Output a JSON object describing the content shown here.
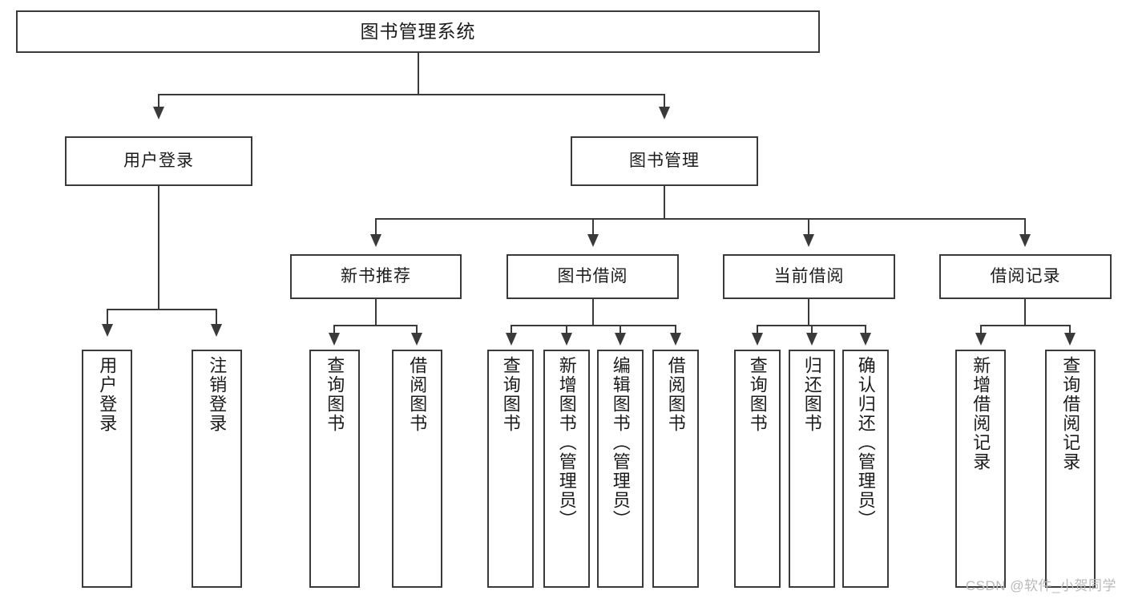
{
  "diagram": {
    "type": "tree",
    "title": "图书管理系统",
    "root": {
      "id": "root",
      "label": "图书管理系统"
    },
    "level2": [
      {
        "id": "user-login",
        "label": "用户登录"
      },
      {
        "id": "book-management",
        "label": "图书管理"
      }
    ],
    "level3": [
      {
        "id": "new-book-recommend",
        "label": "新书推荐"
      },
      {
        "id": "book-borrow",
        "label": "图书借阅"
      },
      {
        "id": "current-borrow",
        "label": "当前借阅"
      },
      {
        "id": "borrow-record",
        "label": "借阅记录"
      }
    ],
    "leaves": {
      "user_login": [
        {
          "id": "leaf-user-login",
          "label": "用户登录"
        },
        {
          "id": "leaf-logout-login",
          "label": "注销登录"
        }
      ],
      "new_book_recommend": [
        {
          "id": "leaf-query-book-1",
          "label": "查询图书"
        },
        {
          "id": "leaf-borrow-book-1",
          "label": "借阅图书"
        }
      ],
      "book_borrow": [
        {
          "id": "leaf-query-book-2",
          "label": "查询图书"
        },
        {
          "id": "leaf-add-book",
          "label": "新增图书（管理员）"
        },
        {
          "id": "leaf-edit-book",
          "label": "编辑图书（管理员）"
        },
        {
          "id": "leaf-borrow-book-2",
          "label": "借阅图书"
        }
      ],
      "current_borrow": [
        {
          "id": "leaf-query-book-3",
          "label": "查询图书"
        },
        {
          "id": "leaf-return-book",
          "label": "归还图书"
        },
        {
          "id": "leaf-confirm-return",
          "label": "确认归还（管理员）"
        }
      ],
      "borrow_record": [
        {
          "id": "leaf-add-borrow-record",
          "label": "新增借阅记录"
        },
        {
          "id": "leaf-query-borrow-record",
          "label": "查询借阅记录"
        }
      ]
    }
  },
  "watermark": {
    "text": "CSDN @软件_小贺同学"
  },
  "colors": {
    "stroke": "#3a3a3a",
    "text": "#1b1b1b",
    "background": "#ffffff",
    "watermark": "#b9b9b9"
  }
}
